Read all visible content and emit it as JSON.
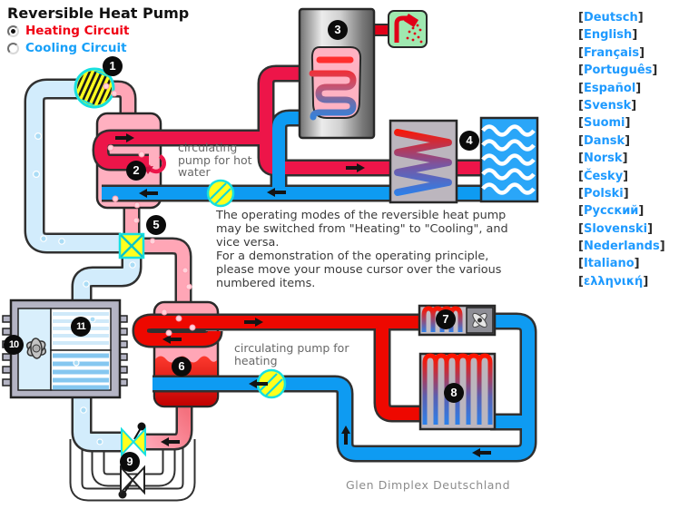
{
  "header": {
    "title": "Reversible Heat Pump",
    "modes": [
      {
        "label": "Heating Circuit",
        "selected": true
      },
      {
        "label": "Cooling Circuit",
        "selected": false
      }
    ]
  },
  "diagram": {
    "badges": [
      "1",
      "2",
      "3",
      "4",
      "5",
      "6",
      "7",
      "8",
      "9",
      "10",
      "11"
    ],
    "pump_hot_water_label": "circulating\npump for hot\nwater",
    "pump_heating_label": "circulating pump for\nheating",
    "description": "The operating modes of the reversible heat pump\nmay be switched from \"Heating\" to \"Cooling\", and\nvice versa.\nFor a demonstration of the operating principle,\nplease move your mouse cursor over the various\nnumbered items.",
    "footer": "Glen Dimplex Deutschland"
  },
  "languages": {
    "bracket_open": "[",
    "bracket_close": "]",
    "items": [
      "Deutsch",
      "English",
      "Français",
      "Português",
      "Español",
      "Svensk",
      "Suomi",
      "Dansk",
      "Norsk",
      "Česky",
      "Polski",
      "Русский",
      "Slovenski",
      "Nederlands",
      "Italiano",
      "ελληνική"
    ]
  },
  "colors": {
    "hot_water_red": "#ed1549",
    "heating_red": "#ee0800",
    "water_blue": "#0e9bf2",
    "hot_gas_pink": "#ffa6b6",
    "cold_gas_blue": "#d2ecfc",
    "component_yellow": "#ffff1e",
    "valve_cyan": "#17e0e0",
    "link_blue": "#1e9aff",
    "heating_label_red": "#f00214",
    "cooling_label_blue": "#18a0f8",
    "shower_green": "#9fe8b0"
  }
}
